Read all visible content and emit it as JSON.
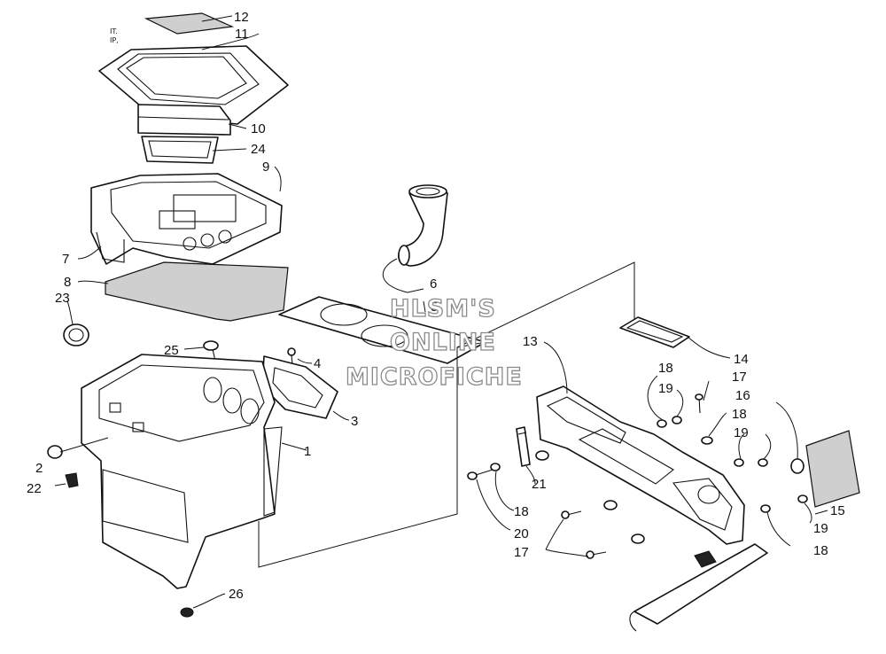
{
  "diagram": {
    "background": "#ffffff",
    "line_color": "#111111",
    "watermark": [
      "HLSM'S",
      "ONLINE",
      "MICROFICHE"
    ],
    "small_marks": [
      "IT.",
      "IP,"
    ],
    "callouts": [
      "12",
      "11",
      "10",
      "24",
      "9",
      "7",
      "8",
      "23",
      "6",
      "5",
      "25",
      "4",
      "3",
      "1",
      "2",
      "22",
      "26",
      "13",
      "14",
      "18",
      "19",
      "17",
      "16",
      "18",
      "19",
      "21",
      "18",
      "20",
      "17",
      "15",
      "19",
      "18"
    ]
  }
}
